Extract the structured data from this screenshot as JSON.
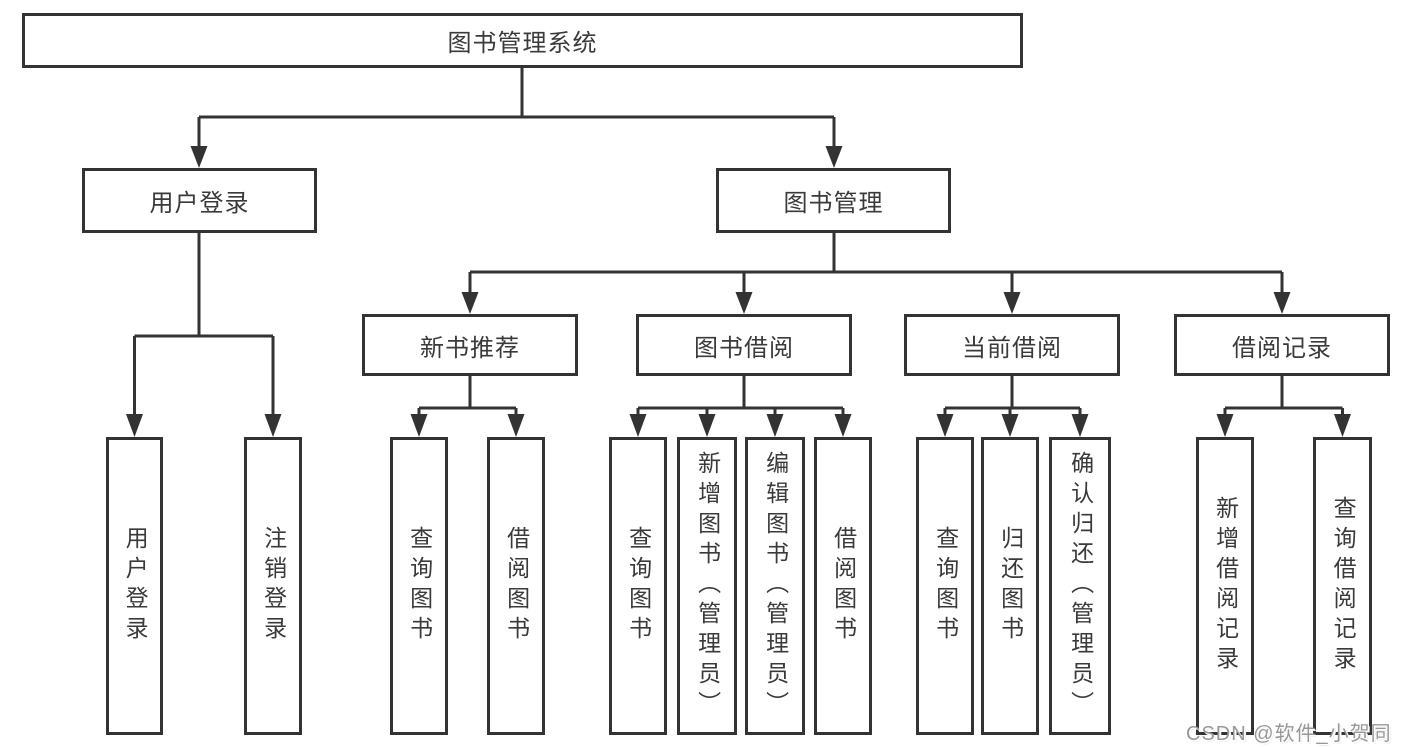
{
  "tree": {
    "root": {
      "label": "图书管理系统"
    },
    "level2": [
      {
        "label": "用户登录",
        "leaves": [
          "用户登录",
          "注销登录"
        ]
      },
      {
        "label": "图书管理",
        "sections": [
          {
            "label": "新书推荐",
            "leaves": [
              "查询图书",
              "借阅图书"
            ]
          },
          {
            "label": "图书借阅",
            "leaves": [
              "查询图书",
              "新增图书（管理员）",
              "编辑图书（管理员）",
              "借阅图书"
            ]
          },
          {
            "label": "当前借阅",
            "leaves": [
              "查询图书",
              "归还图书",
              "确认归还（管理员）"
            ]
          },
          {
            "label": "借阅记录",
            "leaves": [
              "新增借阅记录",
              "查询借阅记录"
            ]
          }
        ]
      }
    ]
  },
  "watermark": {
    "text": "CSDN @软件_小贺同学"
  },
  "colors": {
    "line": "#333333",
    "box_border": "#333333",
    "text": "#3a3a3a",
    "watermark": "#989898",
    "background": "#ffffff"
  }
}
